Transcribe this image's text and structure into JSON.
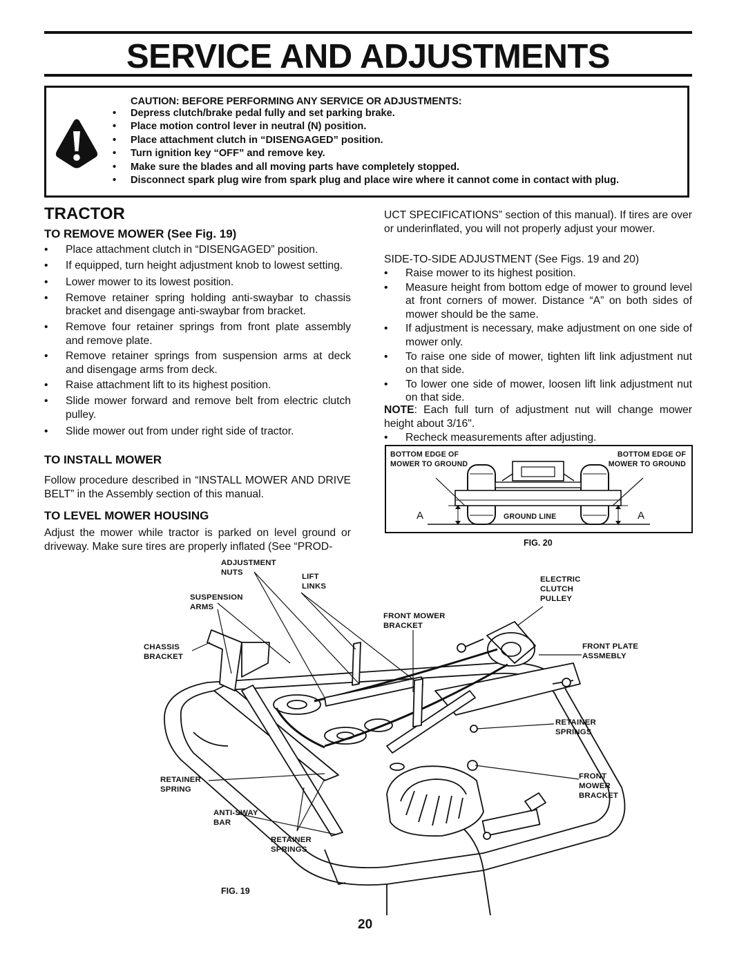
{
  "page": {
    "title": "SERVICE AND ADJUSTMENTS",
    "page_number": "20"
  },
  "caution": {
    "icon": "warning-exclamation-icon",
    "heading": "CAUTION: BEFORE PERFORMING ANY SERVICE OR ADJUSTMENTS:",
    "items": [
      "Depress clutch/brake pedal fully and set parking brake.",
      "Place motion control lever in neutral (N) position.",
      "Place attachment clutch in “DISENGAGED” position.",
      "Turn ignition key “OFF” and remove key.",
      "Make sure the blades and all moving parts have completely stopped.",
      "Disconnect spark plug wire from spark plug and place wire where it cannot come in contact with plug."
    ]
  },
  "tractor": {
    "heading": "TRACTOR",
    "remove": {
      "heading": "TO REMOVE MOWER (See Fig. 19)",
      "items": [
        "Place attachment clutch in “DISENGAGED” position.",
        "If equipped, turn height adjustment knob to lowest setting.",
        "Lower mower to its lowest position.",
        "Remove retainer spring holding anti-swaybar to chassis bracket and disengage anti-swaybar from bracket.",
        "Remove four retainer springs from front plate assembly and remove plate.",
        "Remove retainer springs from suspension arms at deck and disengage arms from deck.",
        "Raise attachment lift to its highest position.",
        "Slide mower forward and remove belt from electric clutch pulley.",
        "Slide mower out from under right side of tractor."
      ]
    },
    "install": {
      "heading": "TO INSTALL MOWER",
      "text": "Follow procedure described in “INSTALL MOWER AND DRIVE BELT” in the Assembly section of this manual."
    },
    "level": {
      "heading": "TO LEVEL MOWER HOUSING",
      "text": "Adjust the mower while tractor is parked on level ground or driveway. Make sure tires are properly inflated (See “PROD-",
      "continued": "UCT SPECIFICATIONS” section of this manual). If tires are over or underinflated, you will not properly adjust your mower.",
      "side_heading": "SIDE-TO-SIDE ADJUSTMENT (See Figs. 19 and 20)",
      "side_items": [
        "Raise mower to its highest position.",
        "Measure height from bottom edge of mower to ground level at front corners of mower. Distance “A” on both sides of mower should be the same.",
        "If adjustment is necessary, make adjustment on one side of mower only.",
        "To raise one side of mower, tighten lift link adjustment nut on that side.",
        "To lower one side of mower, loosen lift link adjustment nut on that side."
      ],
      "note_label": "NOTE",
      "note_text": ": Each full turn of adjustment nut will change mower height about 3/16\".",
      "recheck": "Recheck measurements after adjusting."
    }
  },
  "fig20": {
    "label": "FIG. 20",
    "left_callout": "BOTTOM EDGE OF MOWER TO GROUND",
    "right_callout": "BOTTOM EDGE OF MOWER TO GROUND",
    "ground_line": "GROUND LINE",
    "dim_left": "A",
    "dim_right": "A"
  },
  "fig19": {
    "label": "FIG. 19",
    "callouts": {
      "adjustment_nuts": "ADJUSTMENT NUTS",
      "lift_links": "LIFT LINKS",
      "suspension_arms": "SUSPENSION ARMS",
      "chassis_bracket": "CHASSIS BRACKET",
      "electric_clutch_pulley": "ELECTRIC CLUTCH PULLEY",
      "front_mower_bracket_top": "FRONT MOWER BRACKET",
      "front_plate_assembly": "FRONT PLATE ASSMEBLY",
      "retainer_springs_right": "RETAINER SPRINGS",
      "front_mower_bracket_right": "FRONT MOWER BRACKET",
      "retainer_spring_left": "RETAINER SPRING",
      "anti_sway_bar": "ANTI-SWAY BAR",
      "retainer_springs_bottom": "RETAINER SPRINGS"
    }
  }
}
